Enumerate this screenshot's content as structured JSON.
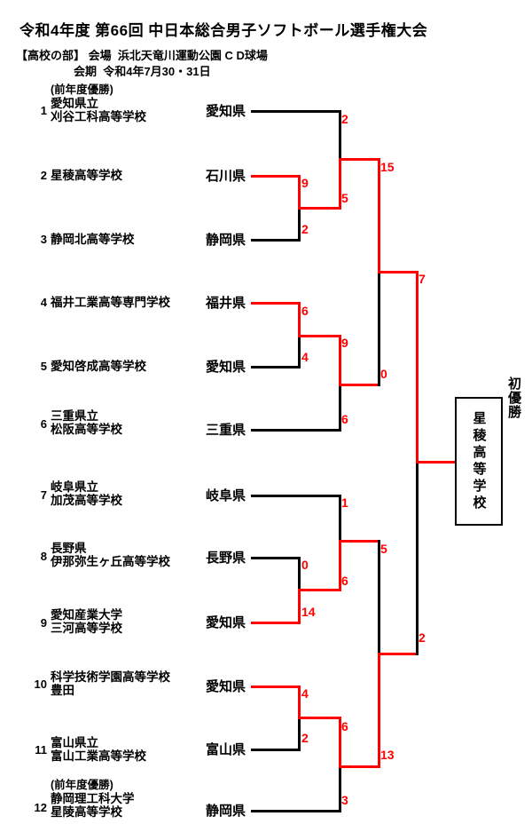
{
  "header": {
    "title": "令和4年度 第66回 中日本総合男子ソフトボール選手権大会",
    "division": "【高校の部】 会場  浜北天竜川運動公園 C D球場",
    "schedule": "会期  令和4年7月30・31日"
  },
  "colors": {
    "winner_path": "#ff0000",
    "line": "#000000",
    "score_text": "#ff0000"
  },
  "teams": [
    {
      "no": "1",
      "caption": "(前年度優勝)",
      "lines": [
        "愛知県立",
        "刈谷工科高等学校"
      ],
      "prefecture": "愛知県"
    },
    {
      "no": "2",
      "caption": "",
      "lines": [
        "星稜高等学校"
      ],
      "prefecture": "石川県"
    },
    {
      "no": "3",
      "caption": "",
      "lines": [
        "静岡北高等学校"
      ],
      "prefecture": "静岡県"
    },
    {
      "no": "4",
      "caption": "",
      "lines": [
        "福井工業高等専門学校"
      ],
      "prefecture": "福井県"
    },
    {
      "no": "5",
      "caption": "",
      "lines": [
        "愛知啓成高等学校"
      ],
      "prefecture": "愛知県"
    },
    {
      "no": "6",
      "caption": "",
      "lines": [
        "三重県立",
        "松阪高等学校"
      ],
      "prefecture": "三重県"
    },
    {
      "no": "7",
      "caption": "",
      "lines": [
        "岐阜県立",
        "加茂高等学校"
      ],
      "prefecture": "岐阜県"
    },
    {
      "no": "8",
      "caption": "",
      "lines": [
        "長野県",
        "伊那弥生ヶ丘高等学校"
      ],
      "prefecture": "長野県"
    },
    {
      "no": "9",
      "caption": "",
      "lines": [
        "愛知産業大学",
        "三河高等学校"
      ],
      "prefecture": "愛知県"
    },
    {
      "no": "10",
      "caption": "",
      "lines": [
        "科学技術学園高等学校",
        "豊田"
      ],
      "prefecture": "愛知県"
    },
    {
      "no": "11",
      "caption": "",
      "lines": [
        "富山県立",
        "富山工業高等学校"
      ],
      "prefecture": "富山県"
    },
    {
      "no": "12",
      "caption": "(前年度優勝)",
      "lines": [
        "静岡理工科大学",
        "星陵高等学校"
      ],
      "prefecture": "静岡県"
    }
  ],
  "scores": {
    "qf1t": "2",
    "qf1b": "5",
    "r23t": "9",
    "r23b": "2",
    "r45t": "6",
    "r45b": "4",
    "qf2t": "9",
    "qf2b": "6",
    "sf1t": "15",
    "sf1b": "0",
    "ft": "7",
    "fb": "2",
    "qf3t": "1",
    "qf3b": "6",
    "r89t": "0",
    "r89b": "14",
    "r1011t": "4",
    "r1011b": "2",
    "qf4t": "6",
    "qf4b": "3",
    "sf2t": "5",
    "sf2b": "13"
  },
  "champion": {
    "caption": "初優勝",
    "name": "星稜高等学校"
  }
}
